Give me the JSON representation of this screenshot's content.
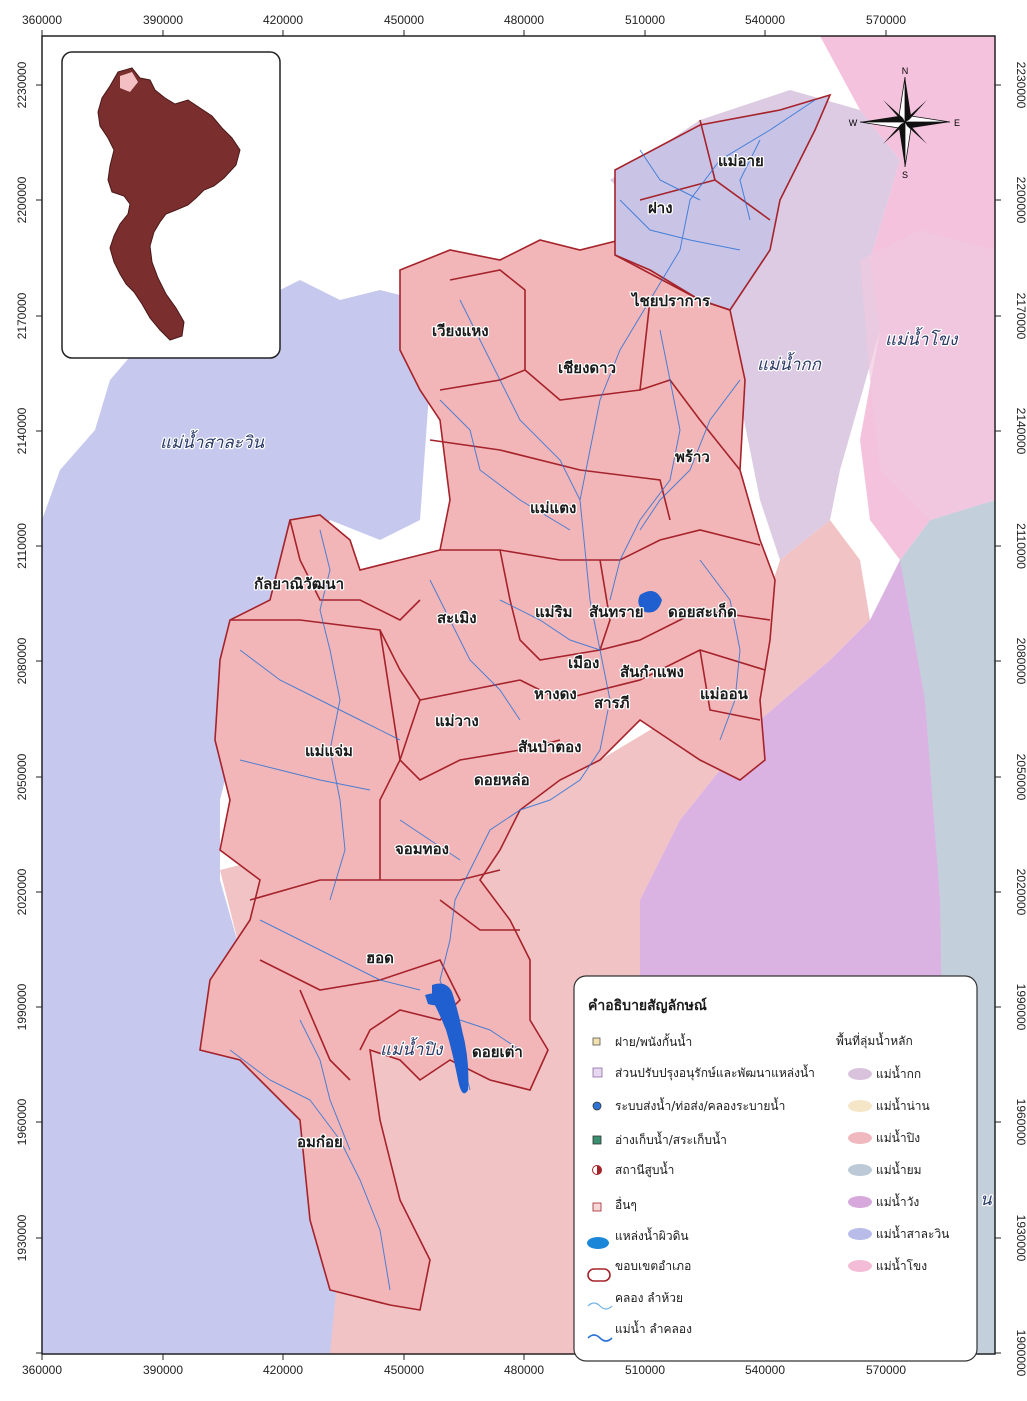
{
  "axes": {
    "x_ticks": [
      "360000",
      "390000",
      "420000",
      "450000",
      "480000",
      "510000",
      "540000",
      "570000"
    ],
    "y_ticks": [
      "2230000",
      "2200000",
      "2170000",
      "2140000",
      "2110000",
      "2080000",
      "2050000",
      "2020000",
      "1990000",
      "1960000",
      "1930000",
      "1900000"
    ]
  },
  "compass": {
    "n": "N",
    "s": "S",
    "e": "E",
    "w": "W"
  },
  "basins": {
    "salawin": "แม่น้ำสาละวิน",
    "kok": "แม่น้ำกก",
    "khong": "แม่น้ำโขง",
    "ping": "แม่น้ำปิง"
  },
  "districts": {
    "mae_ai": "แม่อาย",
    "fang": "ฝาง",
    "chai_prakan": "ไชยปราการ",
    "wiang_haeng": "เวียงแหง",
    "chiang_dao": "เชียงดาว",
    "phrao": "พร้าว",
    "mae_taeng": "แม่แตง",
    "kanlaya": "กัลยาณิวัฒนา",
    "samoeng": "สะเมิง",
    "mae_rim": "แม่ริม",
    "san_sai": "สันทราย",
    "doi_saket": "ดอยสะเก็ด",
    "mueang": "เมือง",
    "san_kamphaeng": "สันกำแพง",
    "hang_dong": "หางดง",
    "saraphi": "สารภี",
    "mae_on": "แม่ออน",
    "mae_wang": "แม่วาง",
    "san_pa_tong": "สันป่าตอง",
    "mae_chaem": "แม่แจ่ม",
    "doi_lo": "ดอยหล่อ",
    "chom_thong": "จอมทอง",
    "hot": "ฮอด",
    "doi_tao": "ดอยเต่า",
    "omkoi": "อมก๋อย"
  },
  "legend": {
    "title": "คำอธิบายสัญลักษณ์",
    "items": [
      "ฝาย/พนังกั้นน้ำ",
      "ส่วนปรับปรุงอนุรักษ์และพัฒนาแหล่งน้ำ",
      "ระบบส่งน้ำ/ท่อส่ง/คลองระบายน้ำ",
      "อ่างเก็บน้ำ/สระเก็บน้ำ",
      "สถานีสูบน้ำ",
      "อื่นๆ",
      "แหล่งน้ำผิวดิน",
      "ขอบเขตอำเภอ",
      "คลอง ลำห้วย",
      "แม่น้ำ ลำคลอง"
    ],
    "basin_title": "พื้นที่ลุ่มน้ำหลัก",
    "basin_items": [
      "แม่น้ำกก",
      "แม่น้ำน่าน",
      "แม่น้ำปิง",
      "แม่น้ำยม",
      "แม่น้ำวัง",
      "แม่น้ำสาละวิน",
      "แม่น้ำโขง"
    ],
    "basin_colors": [
      "#d9c3dc",
      "#f6e6c8",
      "#f0b9bf",
      "#bcc9d6",
      "#d7a8dc",
      "#b9bce9",
      "#f3bdd8"
    ]
  },
  "edge_label": "น",
  "colors": {
    "salawin": "#c6c8ee",
    "ping": "#f2c3c5",
    "kok": "#dccbe2",
    "khong": "#f4c2dc",
    "yom": "#c4cfdc",
    "wang": "#dbb3e2",
    "province": "#f3b6b8",
    "north_fill": "#c9c4e6",
    "boundary": "#a5232b",
    "river": "#2f74d6",
    "water": "#1f5fcf",
    "thailand": "#7b2e2e"
  }
}
